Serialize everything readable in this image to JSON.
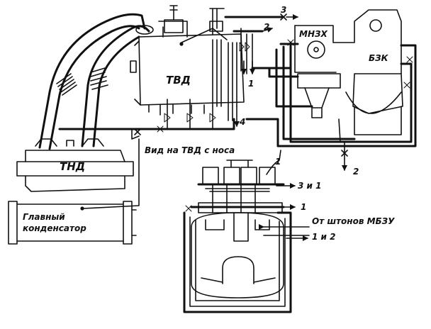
{
  "labels": {
    "tvd": "ТВД",
    "tnd": "ТНД",
    "mnzh": "МНЗХ",
    "bzk": "БЗК",
    "view": "Вид на ТВД с носа",
    "condenser_line1": "Главный",
    "condenser_line2": "конденсатор",
    "from_shtonov": "От штонов МБЗУ",
    "n3_top": "3",
    "n2_top": "2",
    "n1_mid": "1",
    "n4": "4",
    "n1_right": "1",
    "n2_right": "2",
    "n3and1": "3 и 1",
    "n1_lower": "1",
    "n1and2": "1 и 2"
  }
}
